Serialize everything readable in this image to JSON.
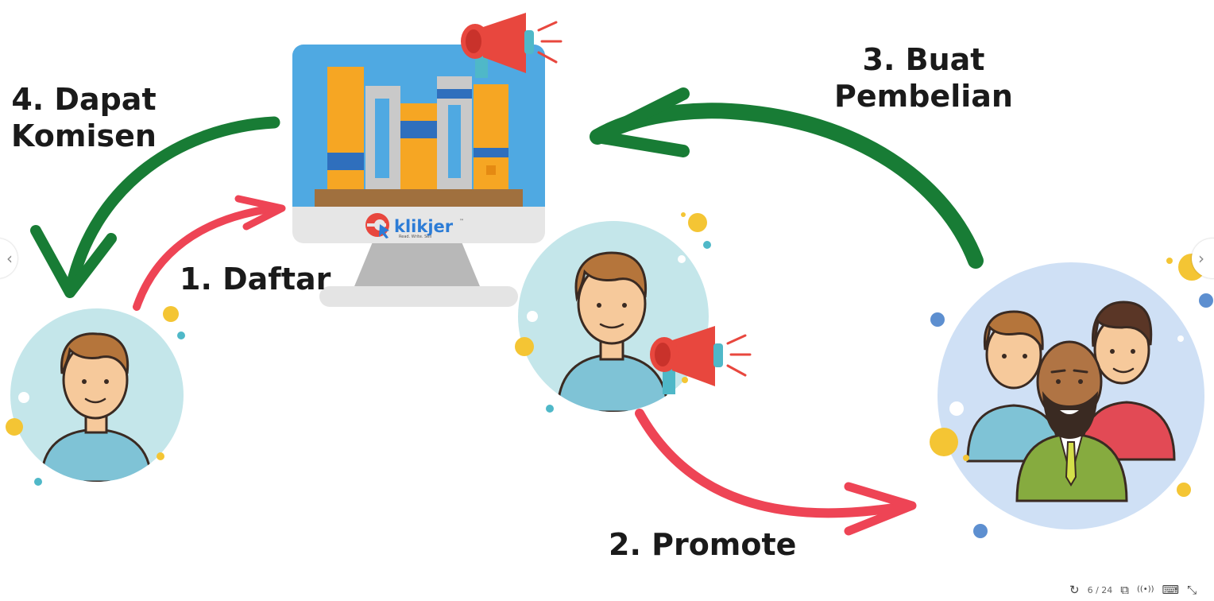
{
  "steps": {
    "step1": "1. Daftar",
    "step2": "2. Promote",
    "step3_line1": "3. Buat",
    "step3_line2": "Pembelian",
    "step4_line1": "4. Dapat",
    "step4_line2": "Komisen"
  },
  "brand": {
    "name": "klikjer",
    "tm": "™",
    "tagline": "Read. Write. Sell"
  },
  "icons": {
    "replay": "replay-icon",
    "present": "present-icon",
    "cast": "broadcast-icon",
    "keyboard": "keyboard-icon",
    "exit": "exit-fullscreen-icon",
    "prev": "chevron-left-icon",
    "next": "chevron-right-icon"
  },
  "toolbar": {
    "page_counter": "6 / 24",
    "replay_glyph": "↻",
    "present_glyph": "⧉",
    "cast_glyph": "((•))",
    "keyboard_glyph": "⌨",
    "exit_glyph": "⤡"
  },
  "nav": {
    "prev_glyph": "‹",
    "next_glyph": "›"
  },
  "colors": {
    "green_arrow": "#187c35",
    "red_arrow": "#ee4455",
    "circle_teal": "#c4e6ea",
    "circle_blue": "#cfe0f5",
    "screen_blue": "#4fa9e2",
    "book_orange": "#f6a623",
    "book_grey": "#c9c9c9",
    "book_blue": "#2f6fbd",
    "shelf_brown": "#a0703e",
    "monitor_base": "#e4e4e4",
    "skin_light": "#f6c99b",
    "skin_dark": "#b07444",
    "hair_brown": "#b5753b",
    "hair_dark": "#5a3626",
    "shirt_teal": "#7fc3d6",
    "shirt_red": "#e24a55",
    "suit_green": "#86ab3f",
    "megaphone_red": "#e8473e",
    "dot_yellow": "#f4c534",
    "dot_blue": "#5d8fd0",
    "logo_blue": "#2c7cd6",
    "logo_red": "#e8473e"
  }
}
